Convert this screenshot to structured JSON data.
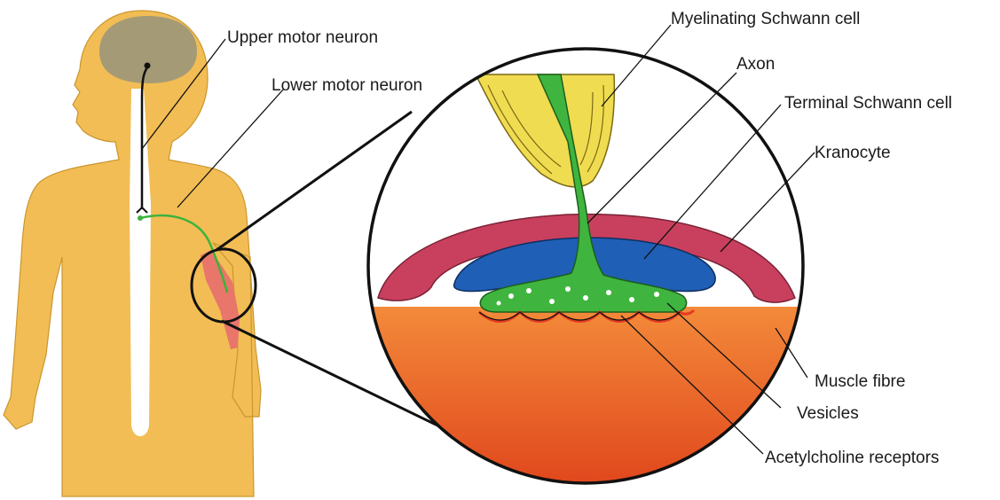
{
  "labels": {
    "upper_motor_neuron": "Upper motor neuron",
    "lower_motor_neuron": "Lower motor neuron",
    "myelinating_schwann_cell": "Myelinating Schwann cell",
    "axon": "Axon",
    "terminal_schwann_cell": "Terminal Schwann cell",
    "kranocyte": "Kranocyte",
    "muscle_fibre": "Muscle fibre",
    "vesicles": "Vesicles",
    "acetylcholine_receptors": "Acetylcholine receptors"
  },
  "colors": {
    "body": "#f2bd55",
    "brain": "#a49b76",
    "spinal_cord": "#ffffff",
    "nerve": "#3cb33c",
    "muscle_strip": "#e8766a",
    "myelin": "#f0dc50",
    "axon": "#3fb53f",
    "terminal_schwann": "#1f5fb5",
    "kranocyte": "#c9405e",
    "muscle_top": "#f07c32",
    "muscle_bottom": "#e24a1e",
    "receptors": "#e23a20"
  }
}
